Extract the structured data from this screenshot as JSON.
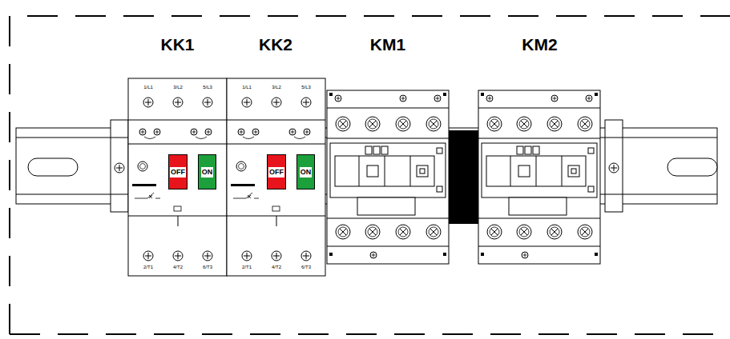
{
  "diagram": {
    "nodes": [
      {
        "text": [
          "KK1"
        ]
      },
      {
        "text": [
          "OFF"
        ],
        "in": 0
      },
      {
        "text": [
          "ON"
        ],
        "in": 0
      },
      {
        "text": [
          "KK2"
        ]
      },
      {
        "text": [
          "OFF"
        ],
        "in": 3
      },
      {
        "text": [
          "ON"
        ],
        "in": 3
      },
      {
        "text": [
          "KM1"
        ]
      },
      {
        "text": [
          "KM2"
        ]
      }
    ],
    "labels": [
      "1/L1",
      "3/L2",
      "5/L3",
      "2/T1",
      "4/T2",
      "6/T3",
      "1/L1",
      "3/L2",
      "5/L3",
      "2/T1",
      "4/T2",
      "6/T3"
    ]
  }
}
